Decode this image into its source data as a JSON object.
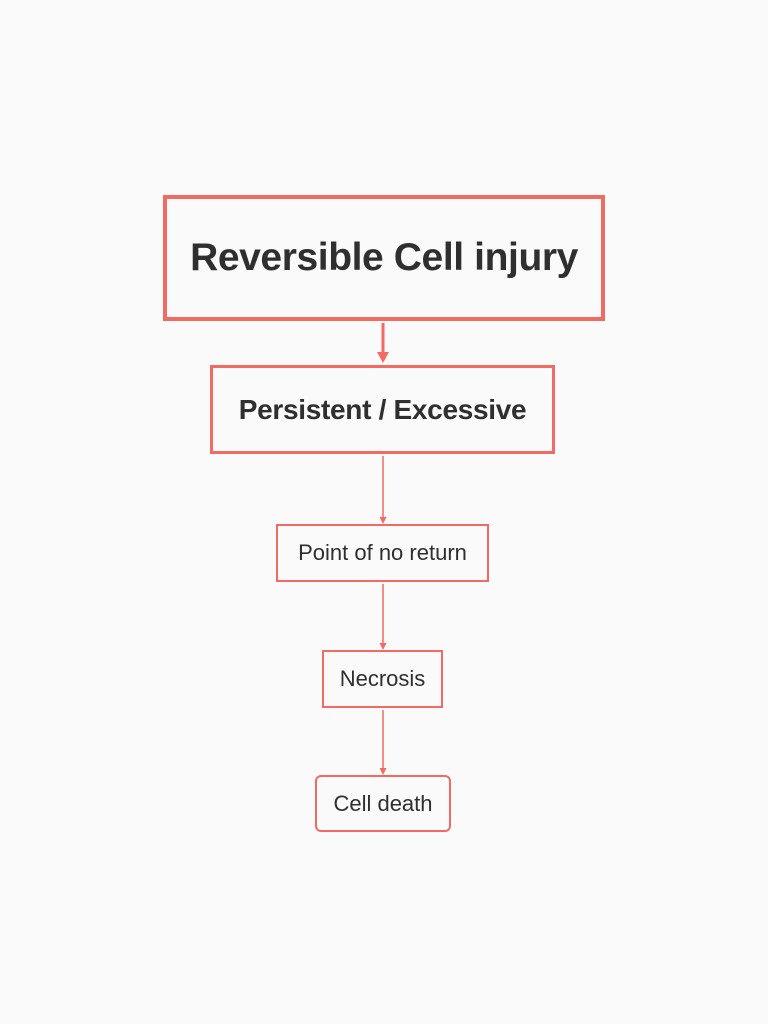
{
  "diagram": {
    "accent_color": "#f26b63",
    "text_color": "#2f2f2f",
    "background_color": "#fafafa",
    "nodes": [
      {
        "label": "Reversible Cell injury"
      },
      {
        "label": "Persistent / Excessive"
      },
      {
        "label": "Point of no return"
      },
      {
        "label": "Necrosis"
      },
      {
        "label": "Cell death"
      }
    ]
  }
}
